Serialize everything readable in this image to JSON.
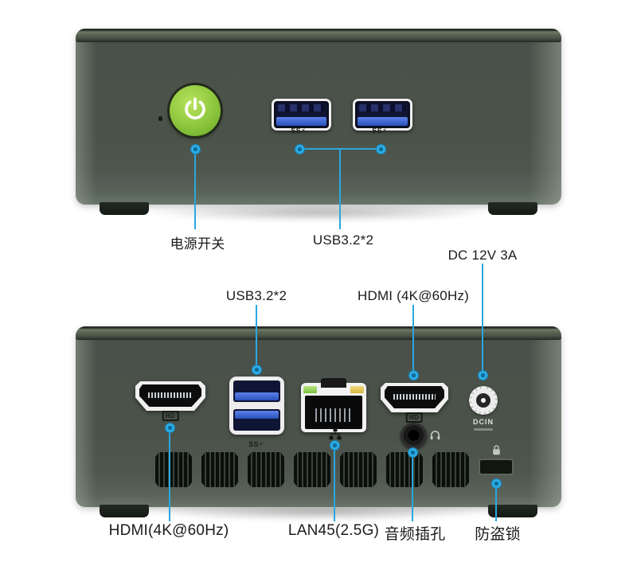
{
  "front_panel": {
    "power_switch_label": "电源开关",
    "usb_label": "USB3.2*2"
  },
  "rear_panel": {
    "usb_label": "USB3.2*2",
    "hdmi_label": "HDMI (4K@60Hz)",
    "dc_power_label": "DC 12V 3A",
    "hdmi2_label": "HDMI(4K@60Hz)",
    "lan_label": "LAN45(2.5G)",
    "audio_jack_label": "音频插孔",
    "kensington_lock_label": "防盗锁"
  },
  "markings": {
    "usb_ss": "SS⚡",
    "hdmi_logo": "HD",
    "dcin": "DCIN"
  },
  "colors": {
    "background": "#ffffff",
    "case_body": "#4a5249",
    "case_lid": "#5d6758",
    "power_button_green": "#8cc63e",
    "usb_blue": "#3a63d0",
    "port_bezel": "#efefef",
    "callout_cyan": "#2aa7df",
    "lan_led_green": "#86c84b",
    "lan_led_amber": "#ddbc45",
    "label_text": "#1b1b1b"
  }
}
